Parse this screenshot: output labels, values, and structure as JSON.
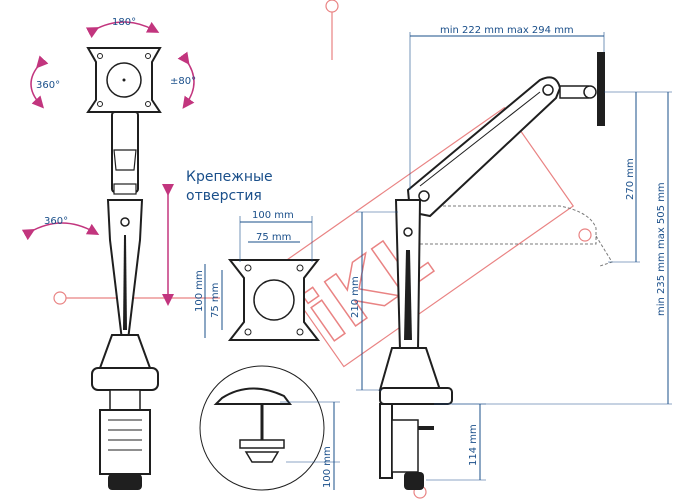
{
  "top_view": {
    "angles": {
      "tilt_top": "180°",
      "rotate_left": "360°",
      "tilt_right": "±80°",
      "swivel_mid": "360°"
    }
  },
  "mounting_holes": {
    "title_line1": "Крепежные",
    "title_line2": "отверстия",
    "width_outer": "100 mm",
    "width_inner": "75 mm",
    "height_outer": "100 mm",
    "height_inner": "75 mm"
  },
  "clamp_detail": {
    "thickness": "100 mm"
  },
  "side_view": {
    "reach": "min 222 mm max 294 mm",
    "height_range": "min 235 mm max 505 mm",
    "vertical_travel": "270 mm",
    "pole_height": "210 mm",
    "clamp_height": "114 mm"
  },
  "watermark": {
    "text": "iKL"
  },
  "colors": {
    "dimension": "#1a4f8a",
    "rotation_arrow": "#c2357e",
    "watermark": "#e25a5a",
    "outline": "#1f1f1f"
  }
}
